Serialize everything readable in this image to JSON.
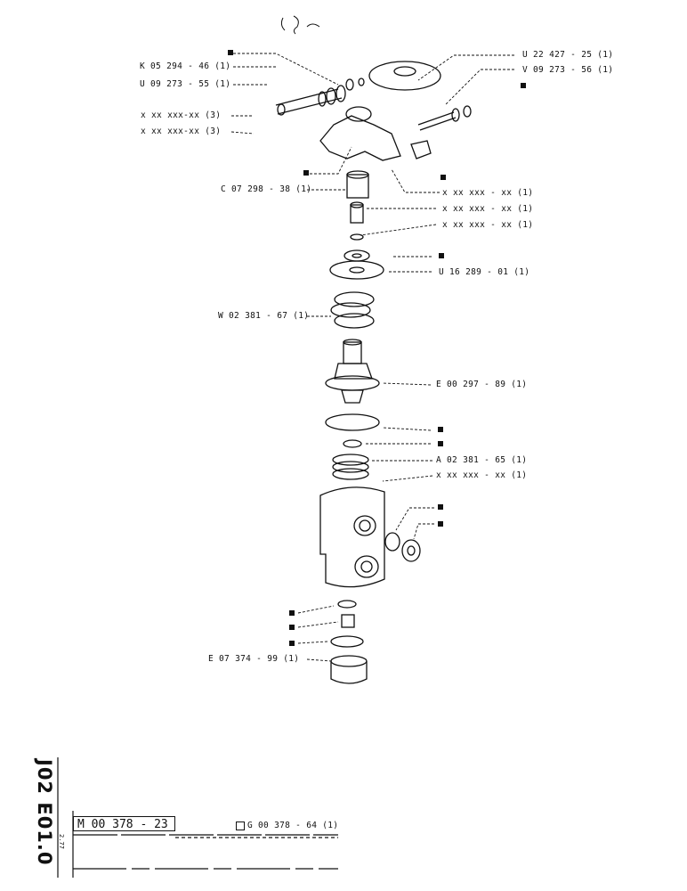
{
  "callouts": [
    {
      "id": "k05",
      "text": "K 05 294 - 46 (1)"
    },
    {
      "id": "u09a",
      "text": "U 09 273 - 55 (1)"
    },
    {
      "id": "x1",
      "text": "x xx xxx-xx (3)"
    },
    {
      "id": "x2",
      "text": "x xx xxx-xx (3)"
    },
    {
      "id": "u22",
      "text": "U 22 427 - 25 (1)"
    },
    {
      "id": "v09",
      "text": "V 09 273 - 56 (1)"
    },
    {
      "id": "c07",
      "text": "C 07 298 - 38 (1)"
    },
    {
      "id": "x3",
      "text": "x xx xxx - xx (1)"
    },
    {
      "id": "x4",
      "text": "x xx xxx - xx (1)"
    },
    {
      "id": "x5",
      "text": "x xx xxx - xx (1)"
    },
    {
      "id": "u16",
      "text": "U 16 289 - 01 (1)"
    },
    {
      "id": "w02",
      "text": "W 02 381 - 67 (1)"
    },
    {
      "id": "e00",
      "text": "E 00 297 - 89 (1)"
    },
    {
      "id": "a02",
      "text": "A 02 381 - 65 (1)"
    },
    {
      "id": "x6",
      "text": "x xx xxx - xx (1)"
    },
    {
      "id": "e07",
      "text": "E 07 374 - 99 (1)"
    }
  ],
  "sheet": {
    "vertical_code": "J02 E01.0",
    "drawing_number": "M 00 378 - 23",
    "assembly_ref": "G 00 378 - 64 (1)",
    "date": "2.77"
  }
}
